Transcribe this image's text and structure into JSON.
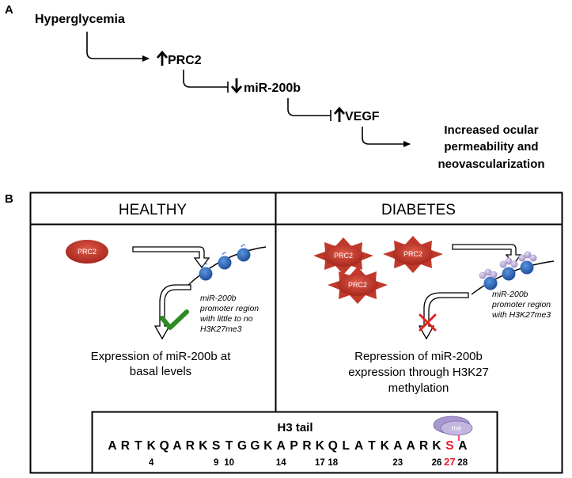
{
  "panel_a": {
    "label": "A",
    "step1": "Hyperglycemia",
    "step2": "PRC2",
    "step3": "miR-200b",
    "step4": "VEGF",
    "outcome_line1": "Increased ocular",
    "outcome_line2": "permeability and",
    "outcome_line3": "neovascularization"
  },
  "panel_b": {
    "label": "B",
    "healthy": {
      "header": "HEALTHY",
      "prc2_label": "PRC2",
      "promoter_line1": "miR-200b",
      "promoter_line2": "promoter region",
      "promoter_line3": "with little to no",
      "promoter_line4": "H3K27me3",
      "result_line1": "Expression of miR-200b at",
      "result_line2": "basal levels"
    },
    "diabetes": {
      "header": "DIABETES",
      "prc2_label": "PRC2",
      "promoter_line1": "miR-200b",
      "promoter_line2": "promoter region",
      "promoter_line3": "with H3K27me3",
      "result_line1": "Repression of miR-200b",
      "result_line2": "expression through H3K27",
      "result_line3": "methylation"
    },
    "h3_tail": {
      "title": "H3 tail",
      "me_label": "me",
      "residues": [
        "A",
        "R",
        "T",
        "K",
        "Q",
        "A",
        "R",
        "K",
        "S",
        "T",
        "G",
        "G",
        "K",
        "A",
        "P",
        "R",
        "K",
        "Q",
        "L",
        "A",
        "T",
        "K",
        "A",
        "A",
        "R",
        "K",
        "S",
        "A"
      ],
      "numbers": [
        {
          "label": "4",
          "residue_index": 3
        },
        {
          "label": "9",
          "residue_index": 8
        },
        {
          "label": "10",
          "residue_index": 9
        },
        {
          "label": "14",
          "residue_index": 13
        },
        {
          "label": "17",
          "residue_index": 16
        },
        {
          "label": "18",
          "residue_index": 17
        },
        {
          "label": "23",
          "residue_index": 22
        },
        {
          "label": "26",
          "residue_index": 25
        },
        {
          "label": "27",
          "residue_index": 26
        },
        {
          "label": "28",
          "residue_index": 27
        }
      ],
      "highlight_index": 26,
      "highlight_color": "#e8192c"
    }
  },
  "colors": {
    "prc2_red": "#c0392b",
    "nucleosome_blue": "#2e6fc4",
    "methyl_lilac": "#b9abd6",
    "check_green": "#2e8b22",
    "cross_red": "#e0221b"
  }
}
